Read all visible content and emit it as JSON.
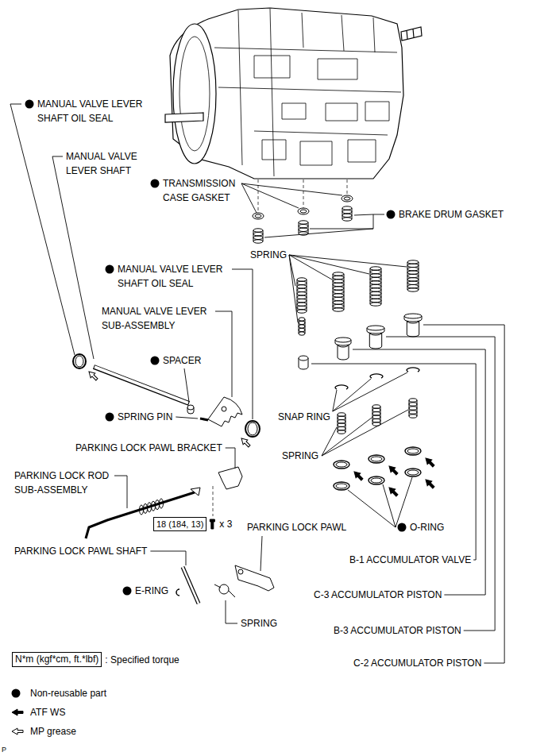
{
  "diagram": {
    "nodes": [
      {
        "text": [
          "18 (184, 13)"
        ]
      },
      {
        "text": [
          "N*m (kgf*cm, ft.*lbf)"
        ]
      }
    ],
    "labels": [
      "MANUAL VALVE LEVER SHAFT OIL SEAL",
      "MANUAL VALVE LEVER SHAFT",
      "TRANSMISSION CASE GASKET",
      "BRAKE DRUM GASKET",
      "SPRING",
      "MANUAL VALVE LEVER SHAFT OIL SEAL",
      "MANUAL VALVE LEVER SUB-ASSEMBLY",
      "SPACER",
      "SPRING PIN",
      "SNAP RING",
      "PARKING LOCK PAWL BRACKET",
      "SPRING",
      "PARKING LOCK ROD SUB-ASSEMBLY",
      "x 3",
      "PARKING LOCK PAWL",
      "O-RING",
      "PARKING LOCK PAWL SHAFT",
      "E-RING",
      "B-1 ACCUMULATOR VALVE",
      "SPRING",
      "C-3 ACCUMULATOR PISTON",
      "B-3 ACCUMULATOR PISTON",
      "C-2 ACCUMULATOR PISTON",
      ": Specified torque",
      "P"
    ],
    "legend": [
      {
        "text": "Non-reusable part"
      },
      {
        "text": "ATF WS"
      },
      {
        "text": "MP grease"
      }
    ]
  }
}
